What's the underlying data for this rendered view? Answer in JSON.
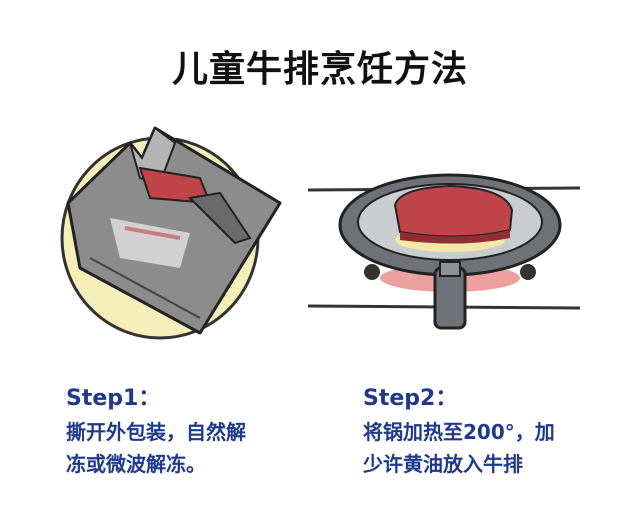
{
  "title": "儿童牛排烹饪方法",
  "steps": [
    {
      "label": "Step1：",
      "lines": [
        "撕开外包装，自然解",
        "冻或微波解冻。"
      ]
    },
    {
      "label": "Step2：",
      "lines": [
        "将锅加热至200°，加",
        "少许黄油放入牛排"
      ]
    }
  ],
  "colors": {
    "title": "#111111",
    "step_text": "#1f3a8c",
    "plate": "#f5eeb9",
    "package": "#8c8c8c",
    "meat": "#c0454b",
    "pan": "#6f7378",
    "flame": "#e06060"
  },
  "icons": {
    "illustration_1": "frozen-steak-package-icon",
    "illustration_2": "frying-pan-steak-icon"
  }
}
